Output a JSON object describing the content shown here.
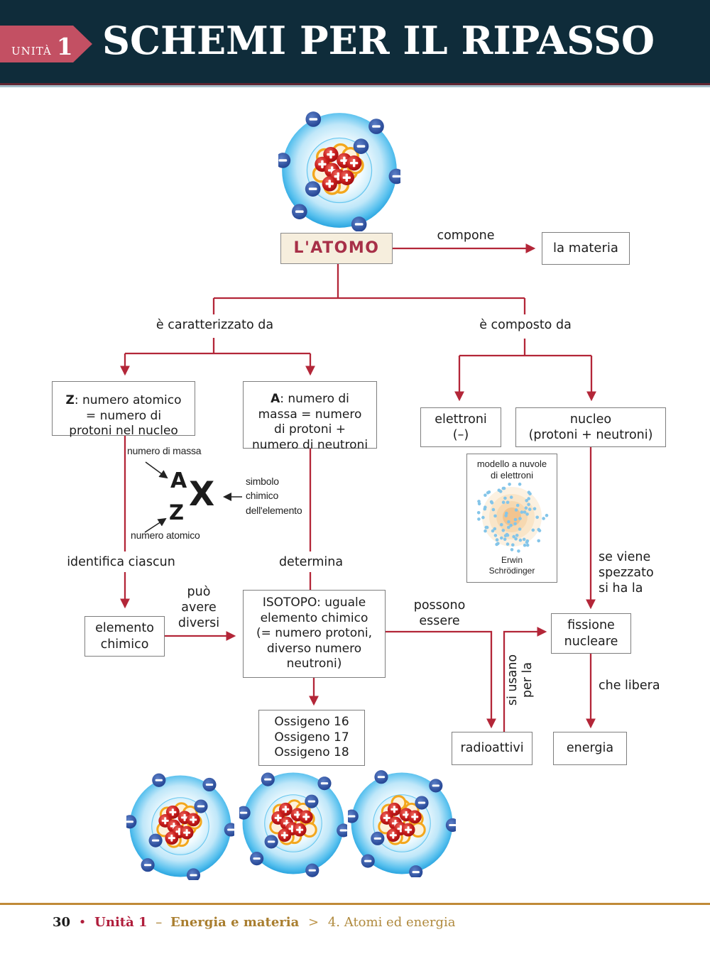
{
  "header": {
    "unit_label": "UNITÀ",
    "unit_number": "1",
    "title": "SCHEMI PER IL RIPASSO"
  },
  "diagram": {
    "atomo": "L'ATOMO",
    "compone": "compone",
    "la_materia": "la materia",
    "caratterizzato": "è caratterizzato da",
    "composto": "è composto da",
    "z_lead": "Z",
    "z_rest": ": numero atomico\n= numero di\nprotoni nel nucleo",
    "a_lead": "A",
    "a_rest": ": numero di\nmassa = numero\ndi protoni +\nnumero di neutroni",
    "elettroni": "elettroni\n(–)",
    "nucleo": "nucleo\n(protoni + neutroni)",
    "modello_titolo": "modello a nuvole\ndi elettroni",
    "modello_autore": "Erwin\nSchrödinger",
    "numero_massa": "numero di massa",
    "numero_atomico": "numero atomico",
    "lettera_a": "A",
    "lettera_x": "X",
    "lettera_z": "Z",
    "simbolo": "simbolo\nchimico\ndell'elemento",
    "identifica": "identifica ciascun",
    "determina": "determina",
    "elemento": "elemento\nchimico",
    "puo_avere": "può\navere\ndiversi",
    "isotopo": "ISOTOPO: uguale\nelemento chimico\n(= numero protoni,\ndiverso numero\nneutroni)",
    "possono": "possono\nessere",
    "si_usano": "si usano\nper la",
    "se_viene": "se viene\nspezzato\nsi ha la",
    "fissione": "fissione\nnucleare",
    "che_libera": "che libera",
    "radioattivi": "radioattivi",
    "energia": "energia",
    "ossigeno": "Ossigeno 16\nOssigeno 17\nOssigeno 18"
  },
  "footer": {
    "page": "30",
    "bullet": "•",
    "unit": "Unità 1",
    "dash": "–",
    "book": "Energia e materia",
    "gt": ">",
    "section": "4. Atomi ed energia"
  },
  "colors": {
    "accent_red": "#b32638",
    "header_bg": "#0f2c3a",
    "badge": "#c35063",
    "cream_box": "#f6eedd",
    "atomo_text": "#a73048",
    "footer_gold": "#a97e2f",
    "footer_crimson": "#b01e3c",
    "electron_blue": "#24489a",
    "proton_red": "#c01b1b",
    "neutron_orange": "#f3a71d"
  }
}
